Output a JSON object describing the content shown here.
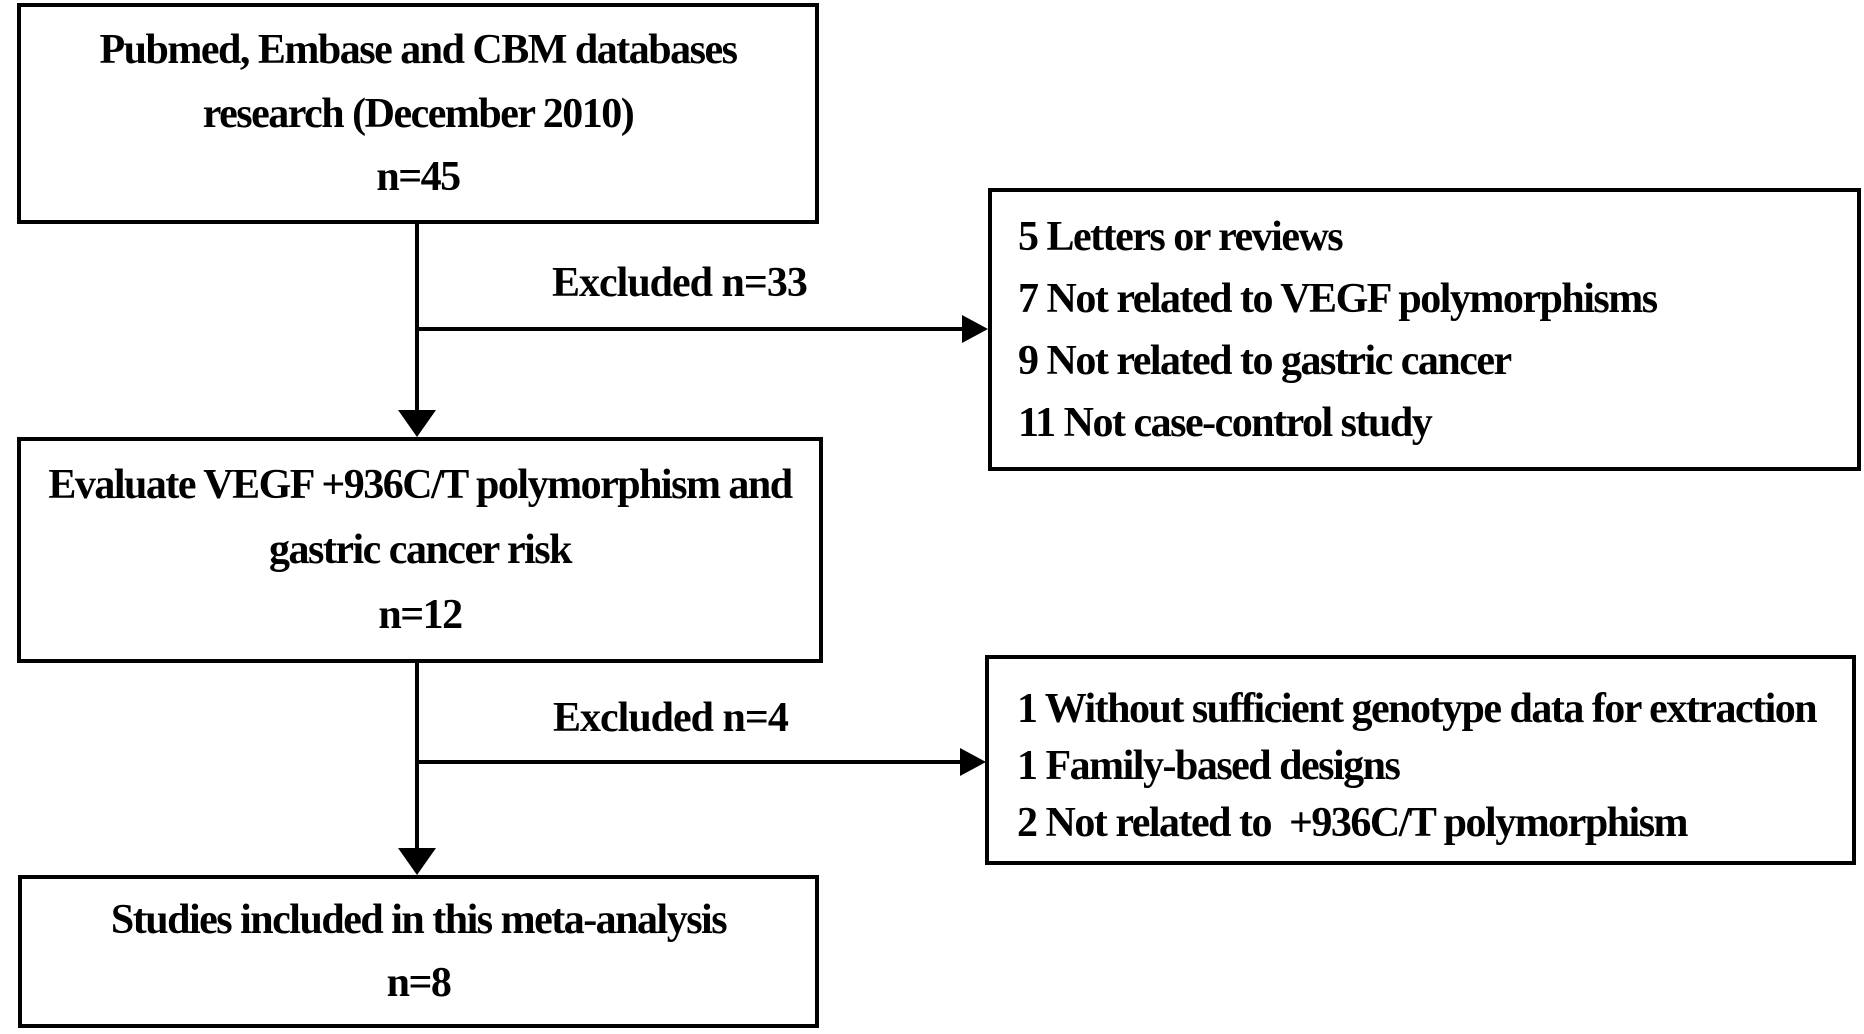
{
  "flow": {
    "search_box": {
      "lines": [
        "Pubmed, Embase and CBM databases",
        "research (December 2010)",
        "n=45"
      ]
    },
    "evaluate_box": {
      "lines": [
        "Evaluate VEGF +936C/T polymorphism and",
        "gastric cancer risk",
        "n=12"
      ]
    },
    "included_box": {
      "lines": [
        "Studies included in this meta-analysis",
        "n=8"
      ]
    },
    "excluded_box_1": {
      "items": [
        "5 Letters or reviews",
        "7 Not related to VEGF polymorphisms",
        "9 Not related to gastric cancer",
        "11 Not case-control study"
      ]
    },
    "excluded_box_2": {
      "items": [
        "1 Without sufficient genotype data for extraction",
        "1 Family-based designs",
        "2 Not related to  +936C/T polymorphism"
      ]
    },
    "edge_labels": {
      "first": "Excluded n=33",
      "second": "Excluded n=4"
    }
  },
  "colors": {
    "line": "#000000",
    "text": "#000000",
    "background": "#ffffff"
  }
}
